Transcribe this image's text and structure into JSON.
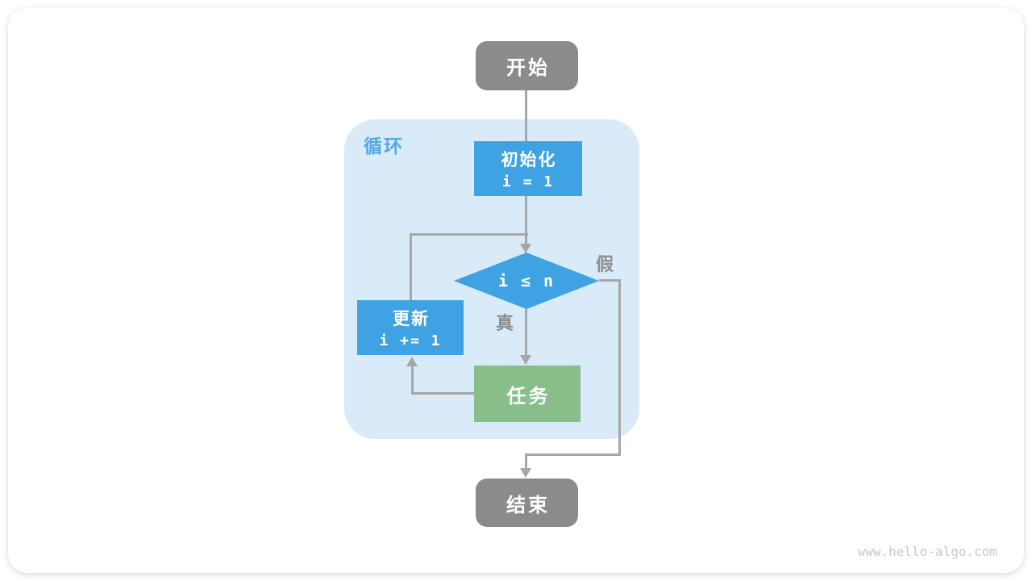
{
  "page": {
    "watermark": "www.hello-algo.com"
  },
  "colors": {
    "node_blue": "#3FA2E2",
    "node_green": "#87BE8A",
    "node_gray": "#8B8B8B",
    "loop_bg": "#D9EAF8",
    "loop_label": "#54A8E6",
    "line_gray": "#A6A6A6",
    "edge_label": "#8E8E8E",
    "watermark_gray": "#C8C8C8"
  },
  "flowchart": {
    "start": {
      "label": "开始"
    },
    "loop": {
      "label": "循环"
    },
    "init": {
      "title": "初始化",
      "code": "i = 1"
    },
    "condition": {
      "code": "i ≤ n"
    },
    "branch_true": {
      "label": "真"
    },
    "branch_false": {
      "label": "假"
    },
    "task": {
      "label": "任务"
    },
    "update": {
      "title": "更新",
      "code": "i += 1"
    },
    "end": {
      "label": "结束"
    }
  }
}
